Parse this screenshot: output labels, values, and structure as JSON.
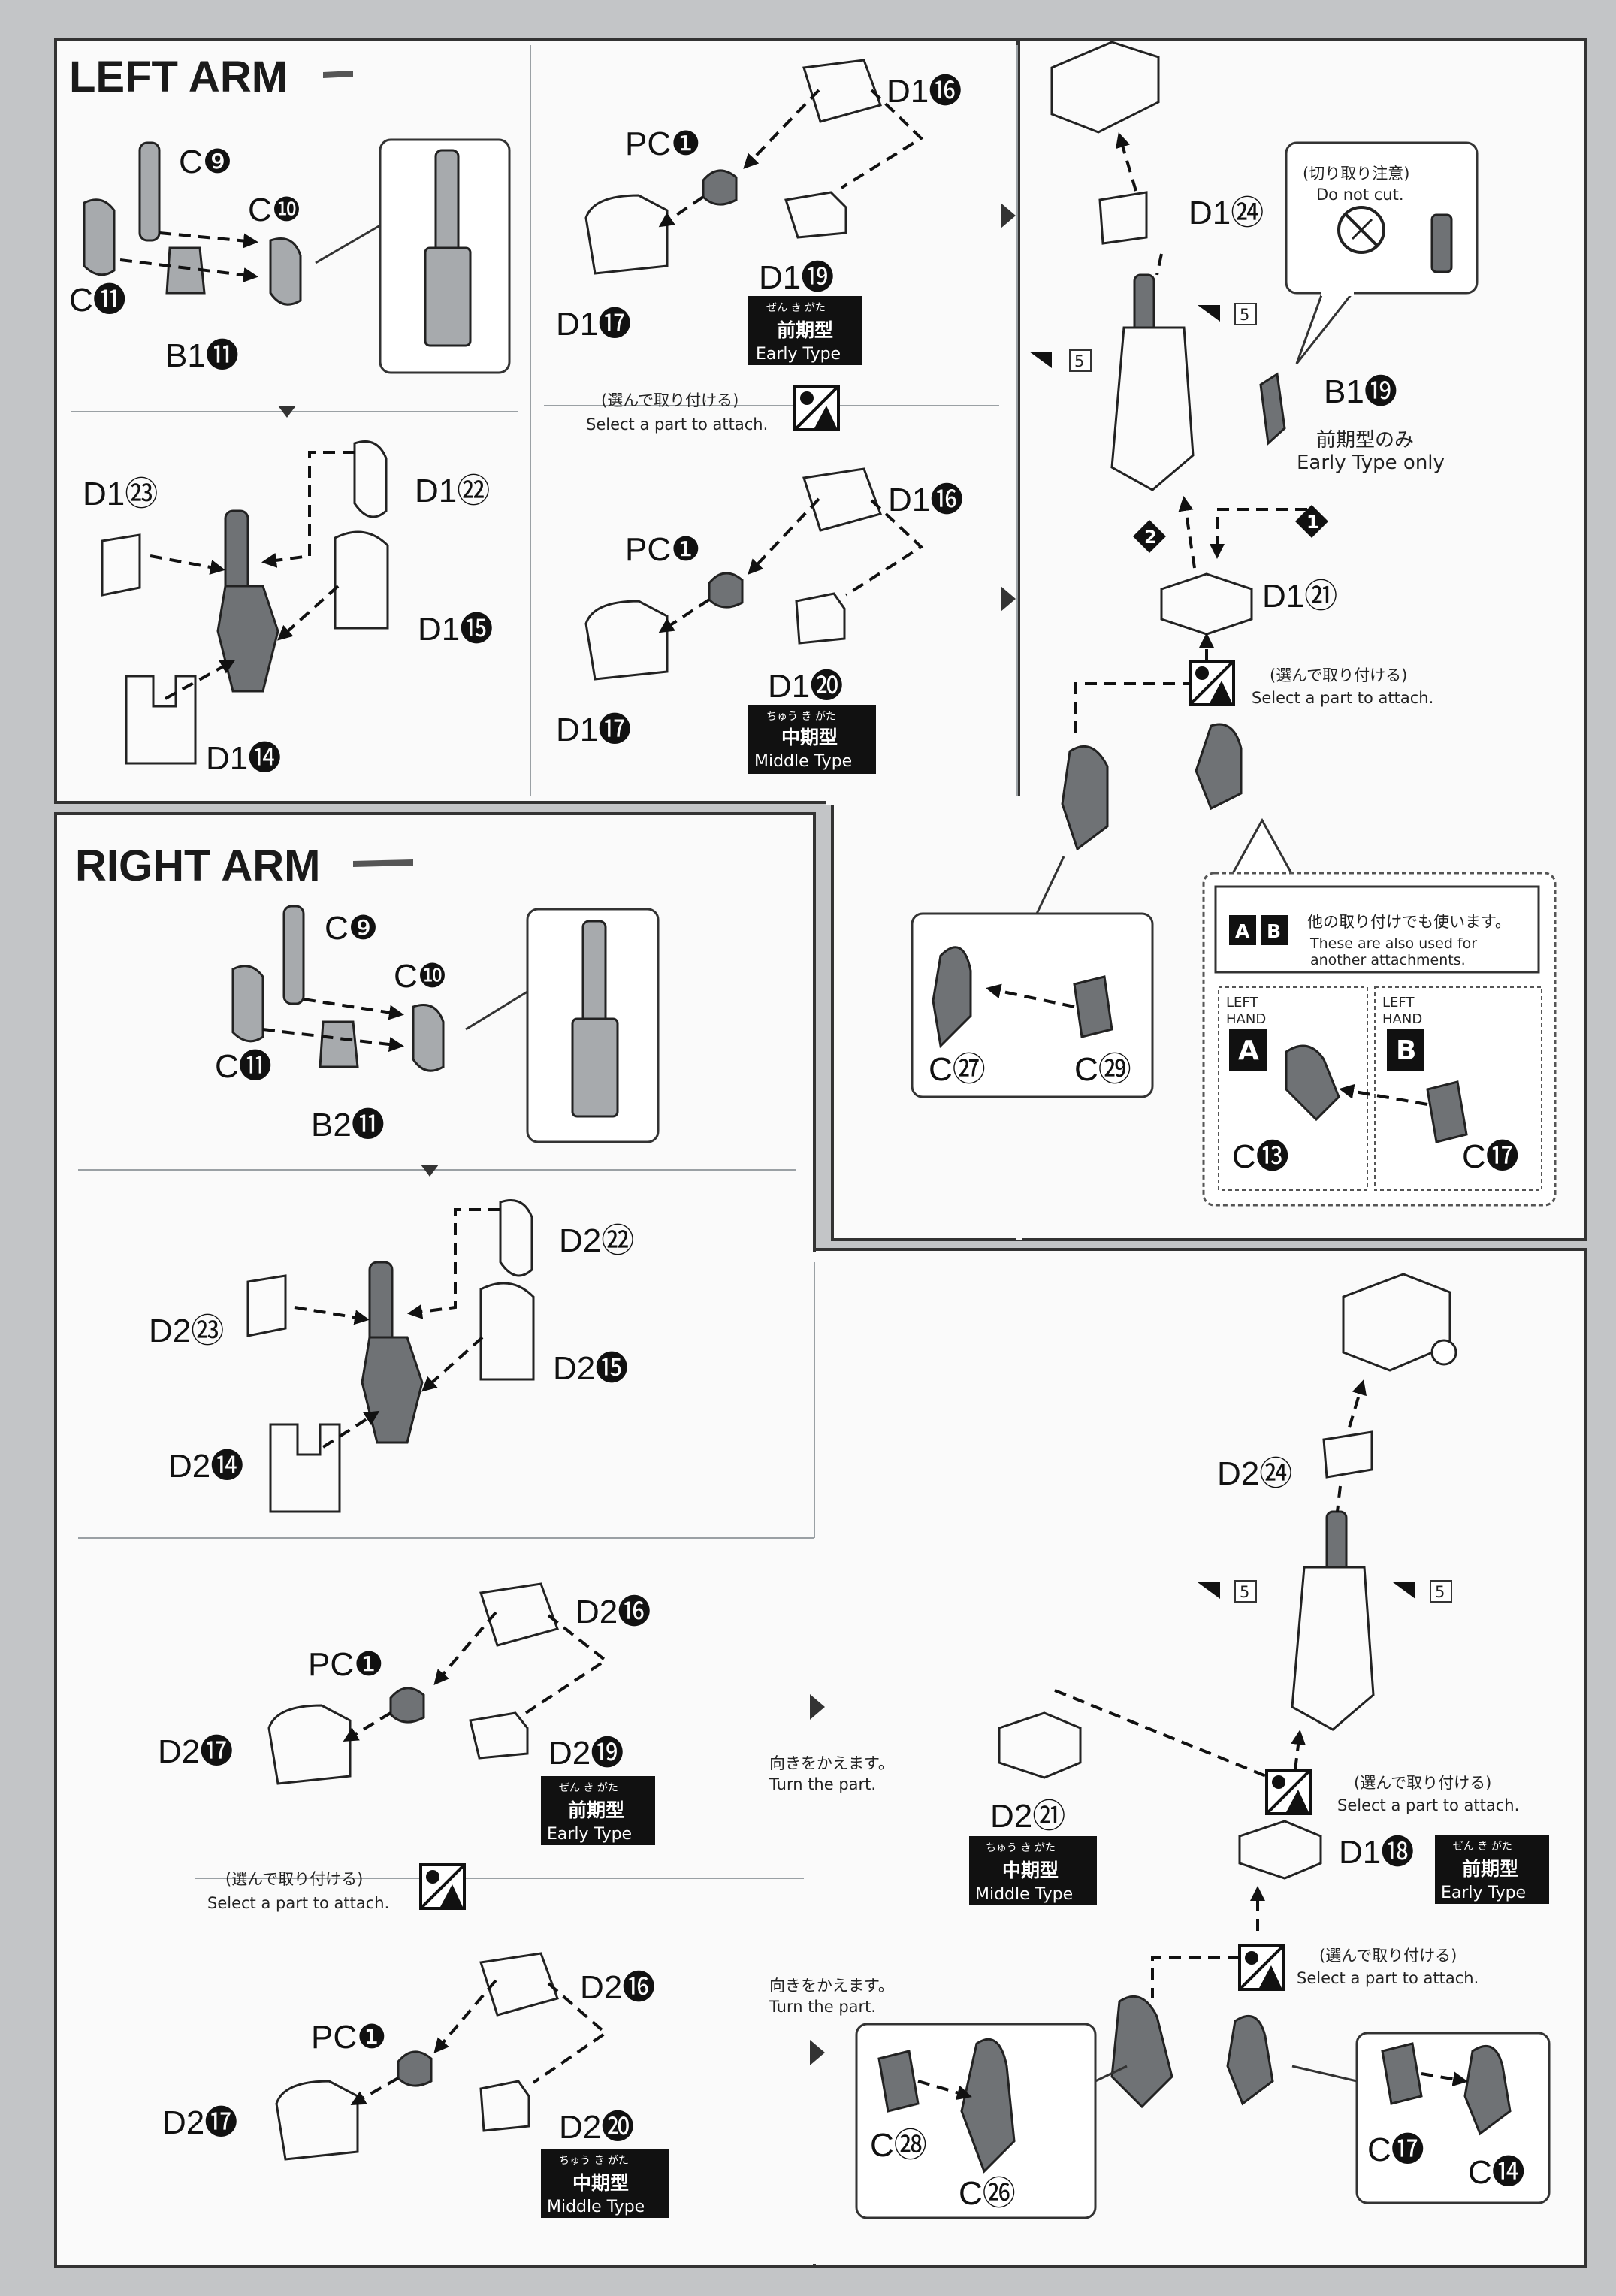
{
  "sections": {
    "left_arm": "LEFT ARM",
    "right_arm": "RIGHT ARM"
  },
  "parts": {
    "c9": "C❾",
    "c10": "C❿",
    "c11": "C⓫",
    "b1_11": "B1⓫",
    "b2_11": "B2⓫",
    "d1_23": "D1㉓",
    "d1_22": "D1㉒",
    "d1_15": "D1⓯",
    "d1_14": "D1⓮",
    "d2_23": "D2㉓",
    "d2_22": "D2㉒",
    "d2_15": "D2⓯",
    "d2_14": "D2⓮",
    "pc1": "PC❶",
    "d1_16": "D1⓰",
    "d1_17": "D1⓱",
    "d1_19": "D1⓳",
    "d1_20": "D1⓴",
    "d2_16": "D2⓰",
    "d2_17": "D2⓱",
    "d2_19": "D2⓳",
    "d2_20": "D2⓴",
    "d1_24": "D1㉔",
    "d1_21": "D1㉑",
    "b1_19": "B1⓳",
    "d1_18": "D1⓲",
    "d2_24": "D2㉔",
    "d2_21": "D2㉑",
    "c27": "C㉗",
    "c29": "C㉙",
    "c13": "C⓭",
    "c17": "C⓱",
    "c28": "C㉘",
    "c26": "C㉖",
    "c14": "C⓮"
  },
  "types": {
    "early_jp": "前期型",
    "early_en": "Early Type",
    "middle_jp": "中期型",
    "middle_en": "Middle Type",
    "early_ruby": "ぜん き がた",
    "middle_ruby": "ちゅう き がた",
    "early_only_jp": "前期型のみ",
    "early_only_en": "Early Type only"
  },
  "notes": {
    "select_jp": "(選んで取り付ける)",
    "select_en": "Select a part to attach.",
    "cut_jp": "(切り取り注意)",
    "cut_en": "Do not cut.",
    "turn_jp": "向きをかえます。",
    "turn_en": "Turn the part.",
    "other_jp": "他の取り付けでも使います。",
    "other_en1": "These are also used for",
    "other_en2": "another attachments.",
    "left_hand_1": "LEFT",
    "left_hand_2": "HAND",
    "letter_a": "A",
    "letter_b": "B",
    "step1": "1",
    "step2": "2",
    "count5": "5"
  }
}
